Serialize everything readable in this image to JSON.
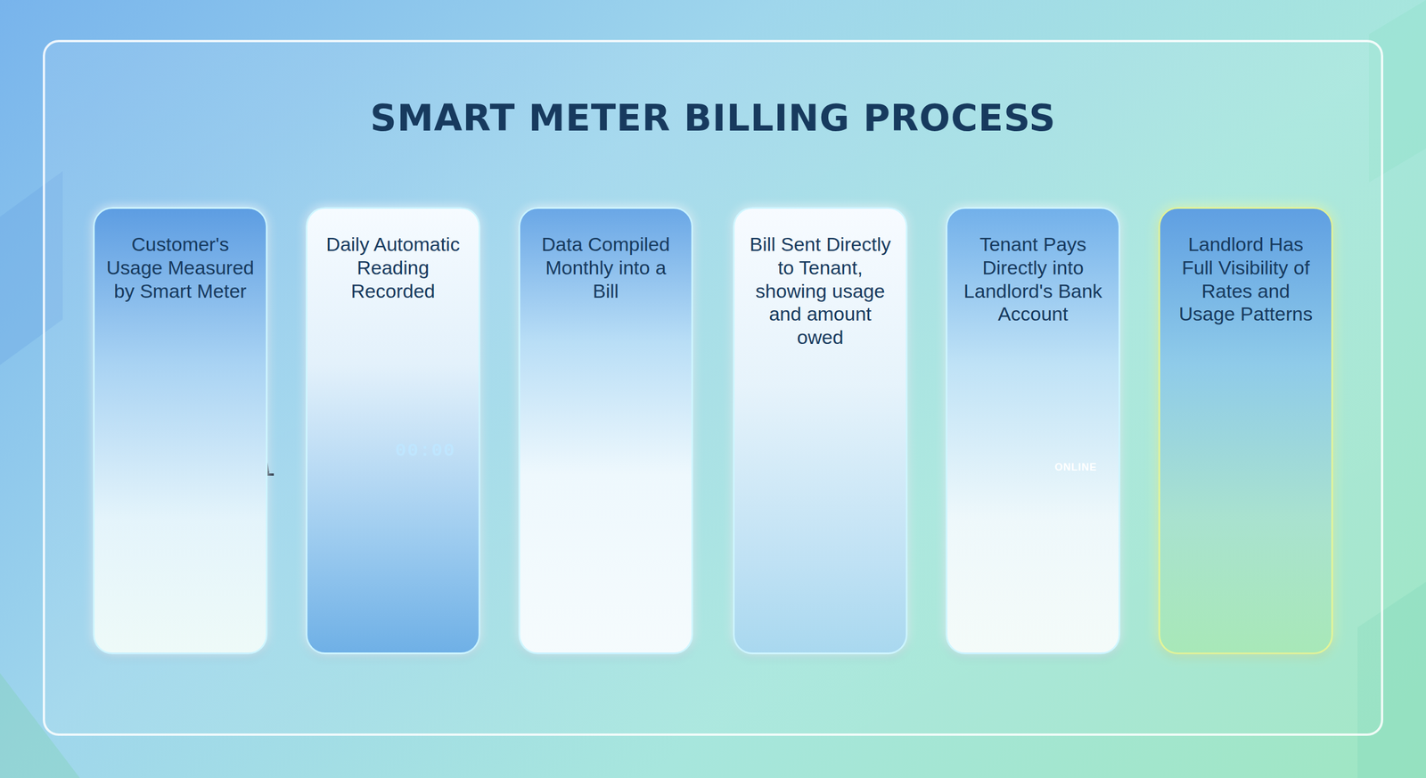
{
  "diagram": {
    "title": "SMART METER BILLING PROCESS",
    "nodes": [
      {
        "text": [
          "Customer's Usage Measured by Smart Meter"
        ]
      },
      {
        "text": [
          "Daily Automatic Reading Recorded"
        ]
      },
      {
        "text": [
          "Data Compiled Monthly into a Bill"
        ]
      },
      {
        "text": [
          "Bill Sent Directly to Tenant, showing usage and amount owed"
        ]
      },
      {
        "text": [
          "Tenant Pays Directly into Landlord's Bank Account"
        ]
      },
      {
        "text": [
          "Landlord Has Full Visibility of Rates and Usage Patterns"
        ]
      }
    ],
    "edges": [
      {
        "from": 0,
        "to": 1,
        "arrow": "to"
      },
      {
        "from": 1,
        "to": 2,
        "arrow": "to"
      },
      {
        "from": 2,
        "to": 3,
        "arrow": "to"
      },
      {
        "from": 3,
        "to": 4,
        "arrow": "to"
      },
      {
        "from": 4,
        "to": 5,
        "arrow": "to"
      }
    ],
    "labels": [
      "00:00",
      "ONLINE"
    ]
  }
}
